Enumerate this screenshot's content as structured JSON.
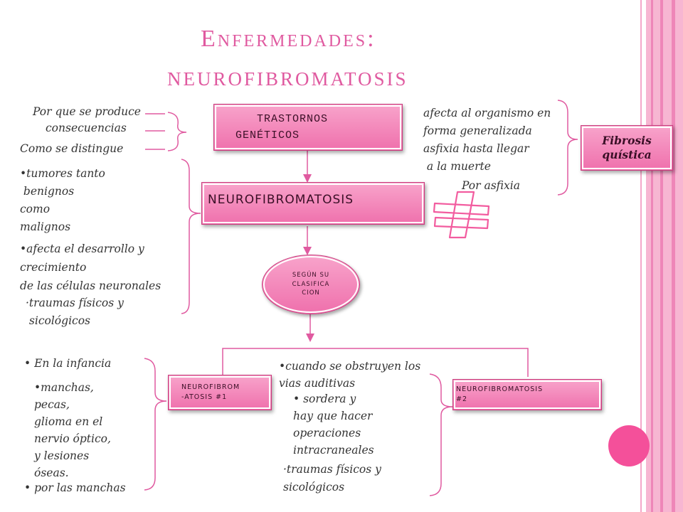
{
  "title": {
    "line1": "Enfermedades:",
    "line2": "NEUROFIBROMATOSIS"
  },
  "boxes": {
    "trastornos_line1": "TRASTORNOS",
    "trastornos_line2": "GENÉTICOS",
    "neurofibromatosis": "NEUROFIBROMATOSIS",
    "segun_line1": "SEGÚN SU",
    "segun_line2": "CLASIFICA",
    "segun_line3": "CION",
    "nf1_line1": "NEUROFIBROM",
    "nf1_line2": "-ATOSIS #1",
    "nf2_line1": "NEUROFIBROMATOSIS",
    "nf2_line2": "#2",
    "fibrosis_line1": "Fibrosis",
    "fibrosis_line2": "quística"
  },
  "left_notes": {
    "por_que": "Por que se produce",
    "consecuencias": "consecuencias",
    "como_distingue": "Como se distingue",
    "tumores": [
      "•tumores tanto",
      " benignos",
      "como",
      "malignos"
    ],
    "desarrollo": [
      "•afecta el desarrollo y",
      "crecimiento",
      "de las células neuronales"
    ],
    "traumas": [
      "·traumas físicos y",
      " sicológicos"
    ]
  },
  "right_notes": {
    "afecta": [
      "afecta al organismo en",
      "forma generalizada",
      "asfixia hasta llegar",
      " a la muerte"
    ],
    "por_asfixia": "Por asfixia"
  },
  "bottom_left": {
    "infancia": "• En la infancia",
    "sintomas": [
      "•manchas,",
      "pecas,",
      "glioma en el",
      "nervio óptico,",
      "y lesiones",
      "óseas."
    ],
    "por_manchas": "• por las manchas"
  },
  "bottom_mid": {
    "obstruyen": [
      "•cuando se obstruyen los",
      "vias auditivas"
    ],
    "sordera": [
      "• sordera y",
      "hay que hacer",
      "operaciones",
      "intracraneales"
    ],
    "traumas": [
      "·traumas físicos y",
      "sicológicos"
    ]
  },
  "colors": {
    "accent": "#e05aa0",
    "box_light": "#f8a4cb",
    "box_dark": "#ef70ac",
    "circle": "#f4509a"
  }
}
